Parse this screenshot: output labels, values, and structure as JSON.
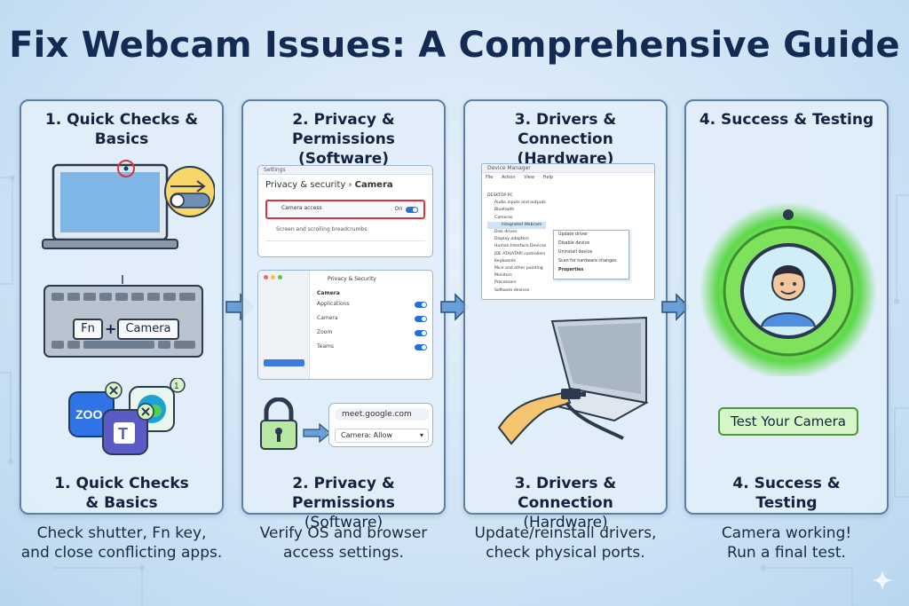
{
  "title": "Fix Webcam Issues: A Comprehensive Guide",
  "panels": [
    {
      "head": [
        "1. Quick Checks &",
        "Basics"
      ],
      "foot": [
        "1. Quick Checks",
        "& Basics"
      ],
      "caption": [
        "Check shutter, Fn key,",
        "and close conflicting apps."
      ],
      "keys": {
        "fn": "Fn",
        "plus": "+",
        "camera": "Camera"
      },
      "apps": {
        "zoom": "ZOO",
        "teams": "T",
        "badge": "1"
      }
    },
    {
      "head": [
        "2. Privacy & Permissions",
        "(Software)"
      ],
      "foot": [
        "2. Privacy & Permissions",
        "(Software)"
      ],
      "caption": [
        "Verify OS and browser",
        "access settings."
      ],
      "settings": {
        "window_title": "Settings",
        "breadcrumb_left": "Privacy & security",
        "breadcrumb_sep": "›",
        "breadcrumb_right": "Camera",
        "row1": "Camera access",
        "row1_state": "On",
        "row2": "Screen and scrolling breadcrumbs"
      },
      "mac": {
        "header": "Privacy & Security",
        "section": "Camera",
        "items": [
          "Applications",
          "Camera",
          "Zoom",
          "Teams"
        ]
      },
      "browser": {
        "url": "meet.google.com",
        "permission": "Camera: Allow"
      }
    },
    {
      "head": [
        "3. Drivers & Connection",
        "(Hardware)"
      ],
      "foot": [
        "3. Drivers & Connection",
        "(Hardware)"
      ],
      "caption": [
        "Update/reinstall drivers,",
        "check physical ports."
      ],
      "device_manager": {
        "window_title": "Device Manager",
        "menu": [
          "File",
          "Action",
          "View",
          "Help"
        ],
        "tree": [
          "DESKTOP-PC",
          "Audio inputs and outputs",
          "Bluetooth",
          "Cameras",
          "Integrated Webcam",
          "Disk drives",
          "Display adapters",
          "Human Interface Devices",
          "IDE ATA/ATAPI controllers",
          "Keyboards",
          "Mice and other pointing",
          "Monitors",
          "Processors",
          "Software devices"
        ],
        "context_menu": [
          "Update driver",
          "Disable device",
          "Uninstall device",
          "Scan for hardware changes",
          "Properties"
        ]
      }
    },
    {
      "head": [
        "4. Success & Testing"
      ],
      "foot": [
        "4. Success &",
        "Testing"
      ],
      "caption": [
        "Camera working!",
        "Run a final test."
      ],
      "button": "Test Your Camera"
    }
  ],
  "colors": {
    "title": "#132a52",
    "panel_border": "#5c7fa6",
    "arrow": "#6aa0d8",
    "success_green": "#5ed84a",
    "toggle_blue": "#2a6fd6"
  }
}
